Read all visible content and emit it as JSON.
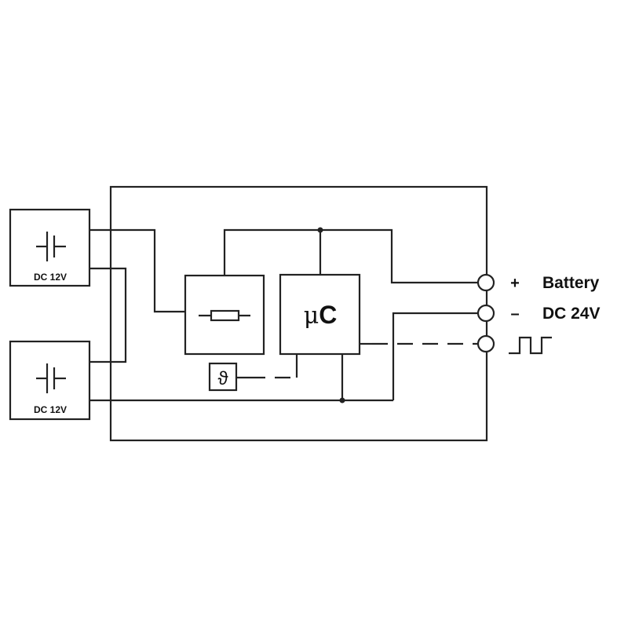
{
  "battery_1": {
    "label": "DC 12V"
  },
  "battery_2": {
    "label": "DC 12V"
  },
  "microcontroller": {
    "prefix": "μ",
    "letter": "C"
  },
  "temperature_sensor": {
    "symbol": "ϑ"
  },
  "terminals": {
    "plus_sign": "+",
    "minus_sign": "–",
    "battery_label": "Battery",
    "voltage_label": "DC 24V"
  }
}
